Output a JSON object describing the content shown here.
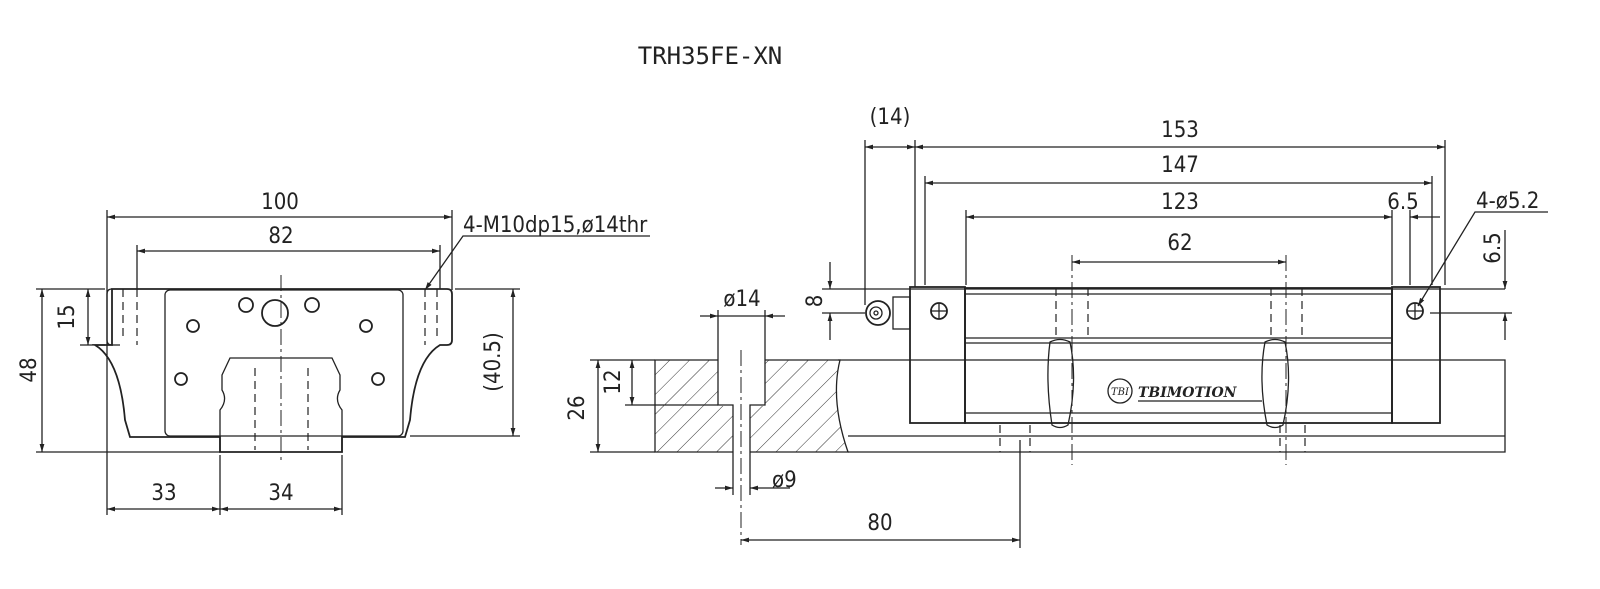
{
  "title": "TRH35FE-XN",
  "front_view": {
    "dims": {
      "width_total": "100",
      "hole_pitch": "82",
      "height_total": "48",
      "flange_height": "15",
      "block_height": "(40.5)",
      "side_offset": "33",
      "rail_width": "34"
    },
    "callout": "4-M10dp15,ø14thr"
  },
  "side_view": {
    "dims": {
      "nipple": "(14)",
      "length_total": "153",
      "length_body": "147",
      "length_steel": "123",
      "end_offset": "6.5",
      "hole_pitch": "62",
      "nipple_height": "8",
      "hole_vertical": "6.5"
    },
    "callout": "4-ø5.2",
    "logo_text": "TBIMOTION",
    "logo_mark": "TBI"
  },
  "rail_section": {
    "dims": {
      "counterbore_dia": "ø14",
      "hole_dia": "ø9",
      "rail_height": "26",
      "counterbore_depth": "12",
      "pitch": "80"
    }
  }
}
